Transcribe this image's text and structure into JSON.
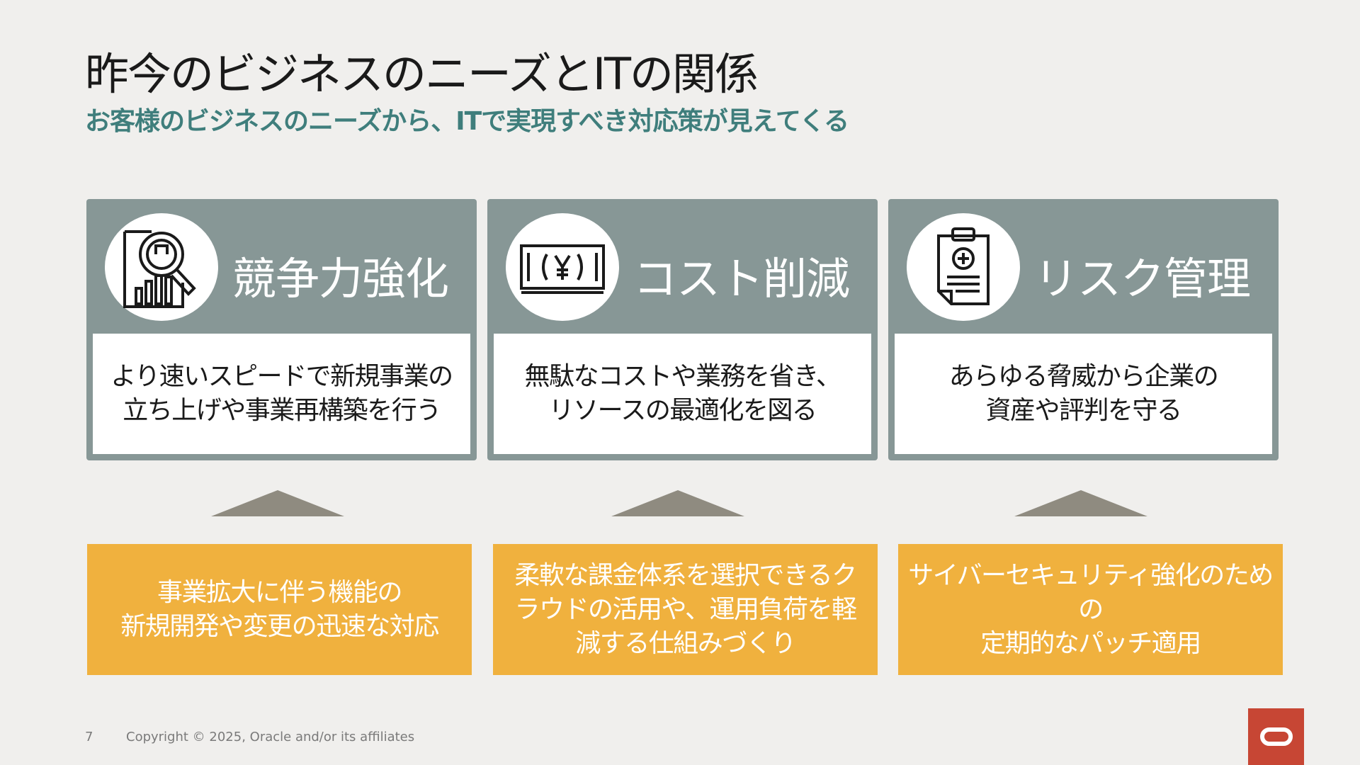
{
  "slide": {
    "title": "昨今のビジネスのニーズとITの関係",
    "subtitle": "お客様のビジネスのニーズから、ITで実現すべき対応策が見えてくる"
  },
  "cards": [
    {
      "icon": "chart-magnifier-icon",
      "title": "競争力強化",
      "body": "より速いスピードで新規事業の\n立ち上げや事業再構築を行う",
      "need": "事業拡大に伴う機能の\n新規開発や変更の迅速な対応"
    },
    {
      "icon": "yen-banknote-icon",
      "title": "コスト削減",
      "body": "無駄なコストや業務を省き、\nリソースの最適化を図る",
      "need": "柔軟な課金体系を選択できるク\nラウドの活用や、運用負荷を軽\n減する仕組みづくり"
    },
    {
      "icon": "medical-clipboard-icon",
      "title": "リスク管理",
      "body": "あらゆる脅威から企業の\n資産や評判を守る",
      "need": "サイバーセキュリティ強化のための\n定期的なパッチ適用"
    }
  ],
  "footer": {
    "page_number": "7",
    "copyright": "Copyright © 2025, Oracle and/or its affiliates",
    "logo": "oracle-logo-icon"
  },
  "colors": {
    "background": "#f0efed",
    "subtitle": "#3f7e7c",
    "card_header": "#879796",
    "need_box": "#f0b13e",
    "arrow": "#8f8b80",
    "logo": "#c74634"
  }
}
